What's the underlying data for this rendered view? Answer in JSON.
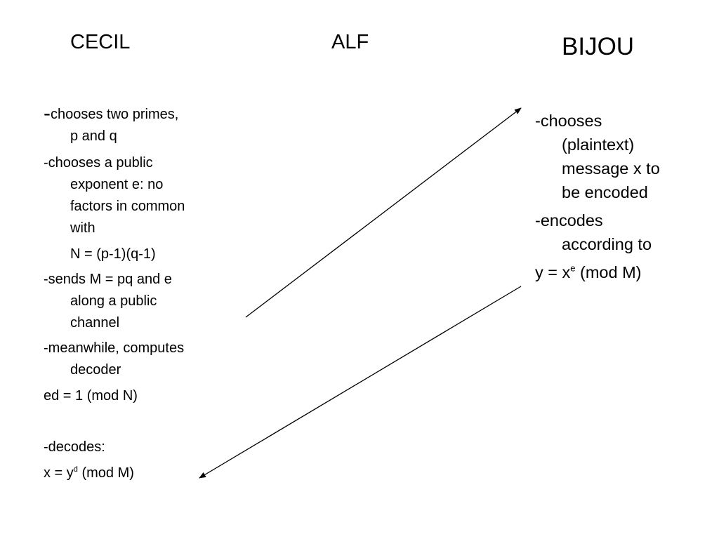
{
  "headings": {
    "cecil": "CECIL",
    "alf": "ALF",
    "bijou": "BIJOU"
  },
  "cecil": {
    "step1": {
      "dash": "-",
      "text": "chooses two primes,",
      "cont": "p and q"
    },
    "step2": {
      "l1": "-chooses a public",
      "l2": "exponent e: no",
      "l3": "factors in common",
      "l4": "with",
      "l5": "N = (p-1)(q-1)"
    },
    "step3": {
      "l1": "-sends M = pq and e",
      "l2": "along a public",
      "l3": "channel"
    },
    "step4": {
      "l1": "-meanwhile, computes",
      "l2": "decoder"
    },
    "step5": "ed = 1 (mod N)",
    "step6": "-decodes:",
    "step7": {
      "pre": "x = y",
      "sup": "d",
      "post": " (mod M)"
    }
  },
  "bijou": {
    "step1": {
      "l1": "-chooses",
      "l2": "(plaintext)",
      "l3": "message x to",
      "l4": "be encoded"
    },
    "step2": {
      "l1": "-encodes",
      "l2": "according to"
    },
    "step3": {
      "pre": "y = x",
      "sup": "e",
      "post": " (mod M)"
    }
  },
  "arrow_color": "#000000"
}
